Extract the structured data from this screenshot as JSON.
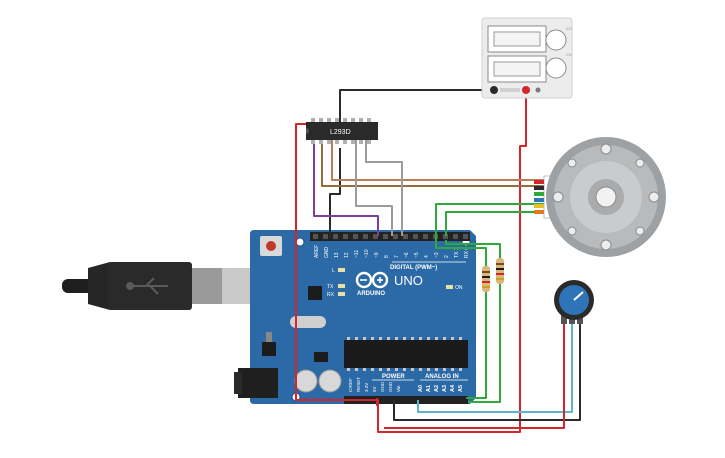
{
  "driver_chip": {
    "label": "L293D"
  },
  "arduino": {
    "logo_text": "ARDUINO",
    "model": "UNO",
    "digital_header": "DIGITAL (PWM~)",
    "analog_header": "ANALOG IN",
    "power_header": "POWER",
    "led_l": "L",
    "led_tx": "TX",
    "led_rx": "RX",
    "on_label": "ON",
    "top_pins": [
      "AREF",
      "GND",
      "13",
      "12",
      "~11",
      "~10",
      "~9",
      "8",
      "7",
      "~6",
      "~5",
      "4",
      "~3",
      "2",
      "TX 1",
      "RX 0"
    ],
    "power_pins": [
      "IOREF",
      "RESET",
      "3.3V",
      "5V",
      "GND",
      "GND",
      "Vin"
    ],
    "analog_pins": [
      "A0",
      "A1",
      "A2",
      "A3",
      "A4",
      "A5"
    ]
  },
  "power_supply": {
    "knob_labels": [
      "CC",
      "CV"
    ]
  },
  "colors": {
    "board": "#2b6aa6",
    "wire_red": "#d4252b",
    "wire_black": "#2a2a2a",
    "wire_green": "#2eaa3b",
    "wire_brown": "#9a6a3c",
    "wire_gray": "#9b9b9b",
    "wire_purple": "#7b3fa0",
    "wire_teal": "#5bb7c7",
    "motor_metal": "#b8babc",
    "pot_blue": "#2f73b8"
  }
}
